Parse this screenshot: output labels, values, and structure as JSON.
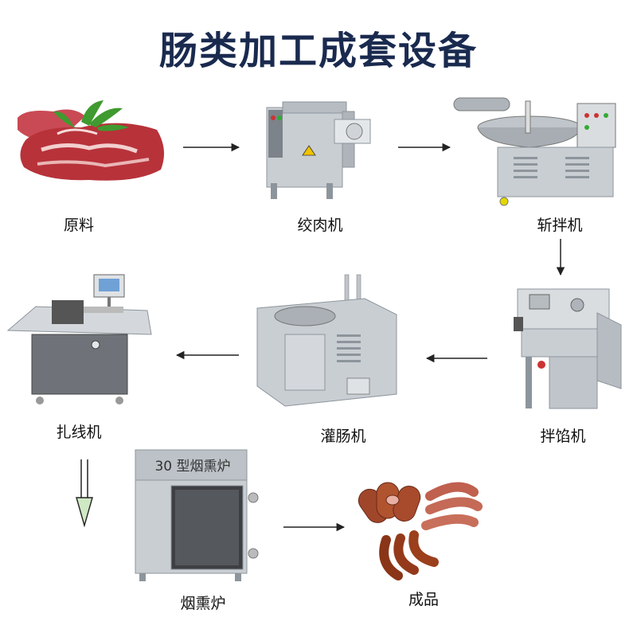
{
  "title": "肠类加工成套设备",
  "colors": {
    "title": "#1a2a4f",
    "steel": "#c9ced3",
    "steel_dark": "#8d959c",
    "meat": "#b8323a",
    "sausage": "#a0462a",
    "arrow": "#222222",
    "arrow_head_green": "#cfe9c4"
  },
  "nodes": [
    {
      "id": "raw",
      "label": "原料"
    },
    {
      "id": "grinder",
      "label": "绞肉机"
    },
    {
      "id": "chopper",
      "label": "斩拌机"
    },
    {
      "id": "mixer",
      "label": "拌馅机"
    },
    {
      "id": "filler",
      "label": "灌肠机"
    },
    {
      "id": "tier",
      "label": "扎线机"
    },
    {
      "id": "smoker",
      "label": "烟熏炉",
      "panel_text": "30 型烟熏炉"
    },
    {
      "id": "product",
      "label": "成品"
    }
  ]
}
